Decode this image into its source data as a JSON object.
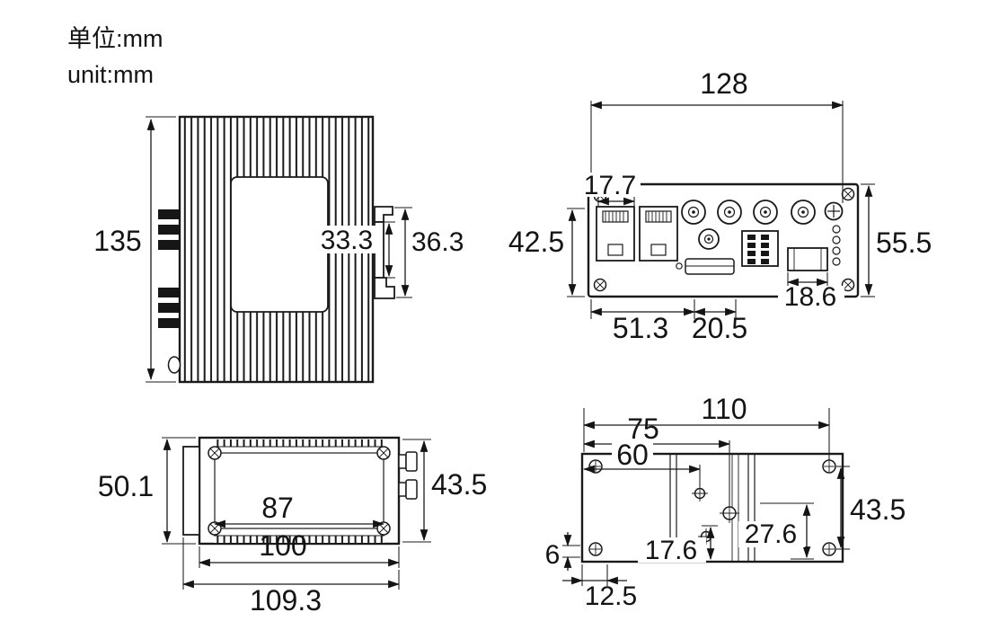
{
  "units": {
    "line1": "单位:mm",
    "line2": "unit:mm"
  },
  "side_view": {
    "height": "135",
    "din_clip_opening": "33.3",
    "din_clip_total": "36.3"
  },
  "front_view": {
    "width": "128",
    "port_width": "17.7",
    "panel_height": "42.5",
    "total_height": "55.5",
    "bottom_span_left": "51.3",
    "bottom_span_mid": "20.5",
    "connector_width": "18.6"
  },
  "top_view": {
    "depth_total": "50.1",
    "hole_span": "87",
    "body_width": "100",
    "total_width": "109.3",
    "body_depth": "43.5"
  },
  "bottom_view": {
    "span_110": "110",
    "span_75": "75",
    "span_60": "60",
    "hole_span_vertical": "43.5",
    "offset_27_6": "27.6",
    "offset_17_6": "17.6",
    "edge_offset_12_5": "12.5",
    "edge_offset_6": "6"
  }
}
